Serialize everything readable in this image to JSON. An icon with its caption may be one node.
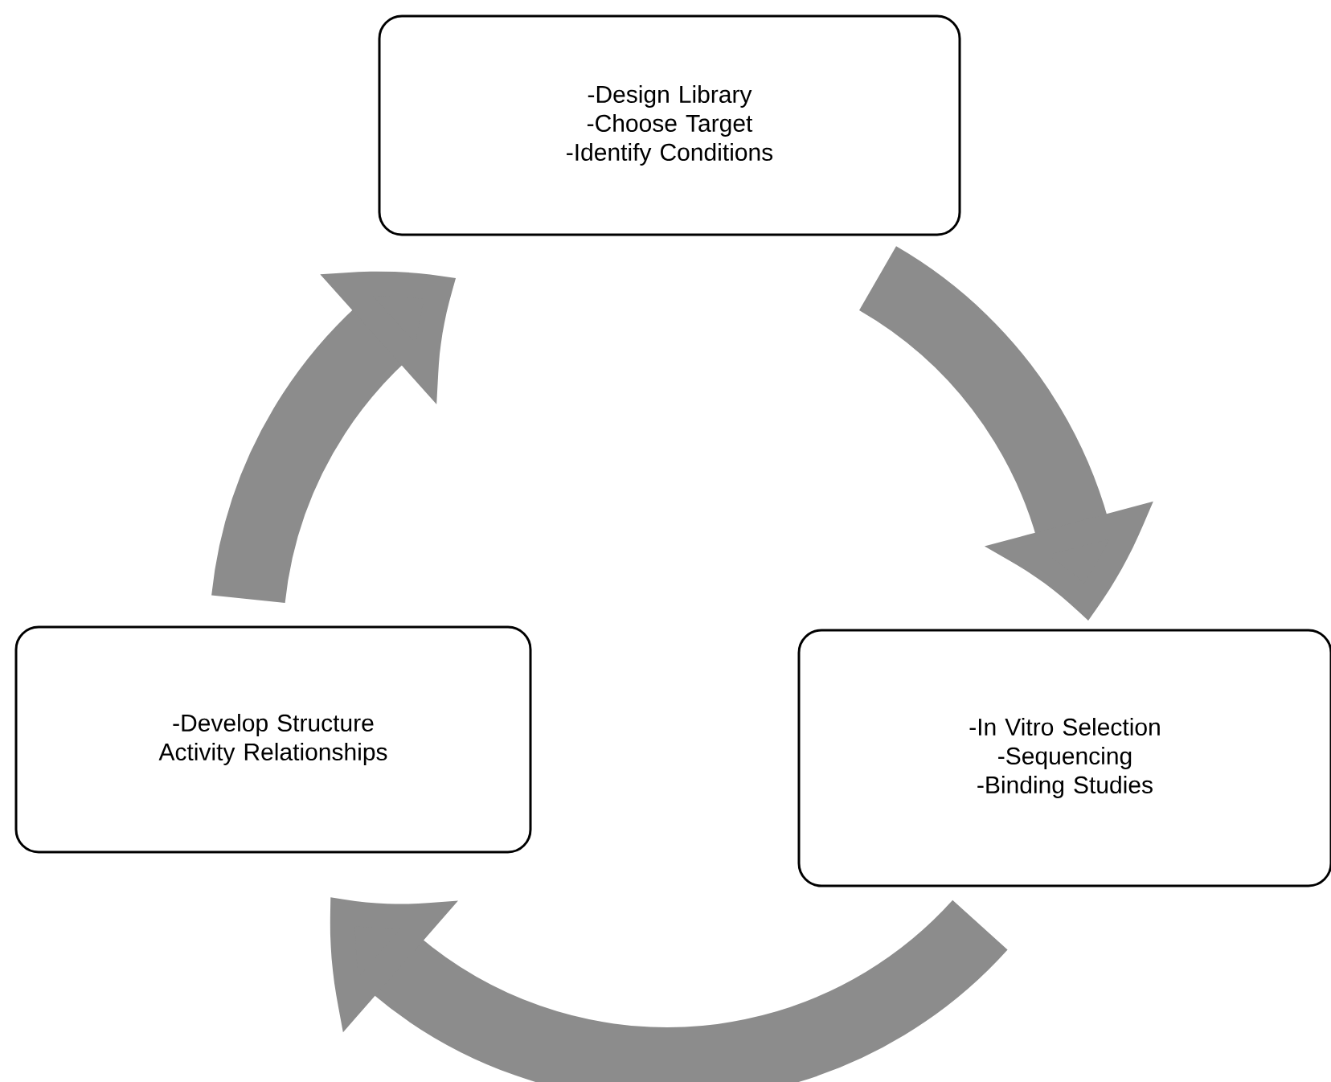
{
  "diagram": {
    "nodes": [
      {
        "text": [
          "-Design Library",
          "-Choose Target",
          "-Identify Conditions"
        ]
      },
      {
        "text": [
          "-Develop Structure Activity Relationships"
        ]
      },
      {
        "text": [
          "-In Vitro Selection",
          "-Sequencing",
          "-Binding Studies"
        ]
      }
    ],
    "edges": [
      {
        "from": 0,
        "to": 2,
        "arrow": "to"
      },
      {
        "from": 2,
        "to": 1,
        "arrow": "to"
      },
      {
        "from": 1,
        "to": 0,
        "arrow": "to"
      }
    ]
  }
}
